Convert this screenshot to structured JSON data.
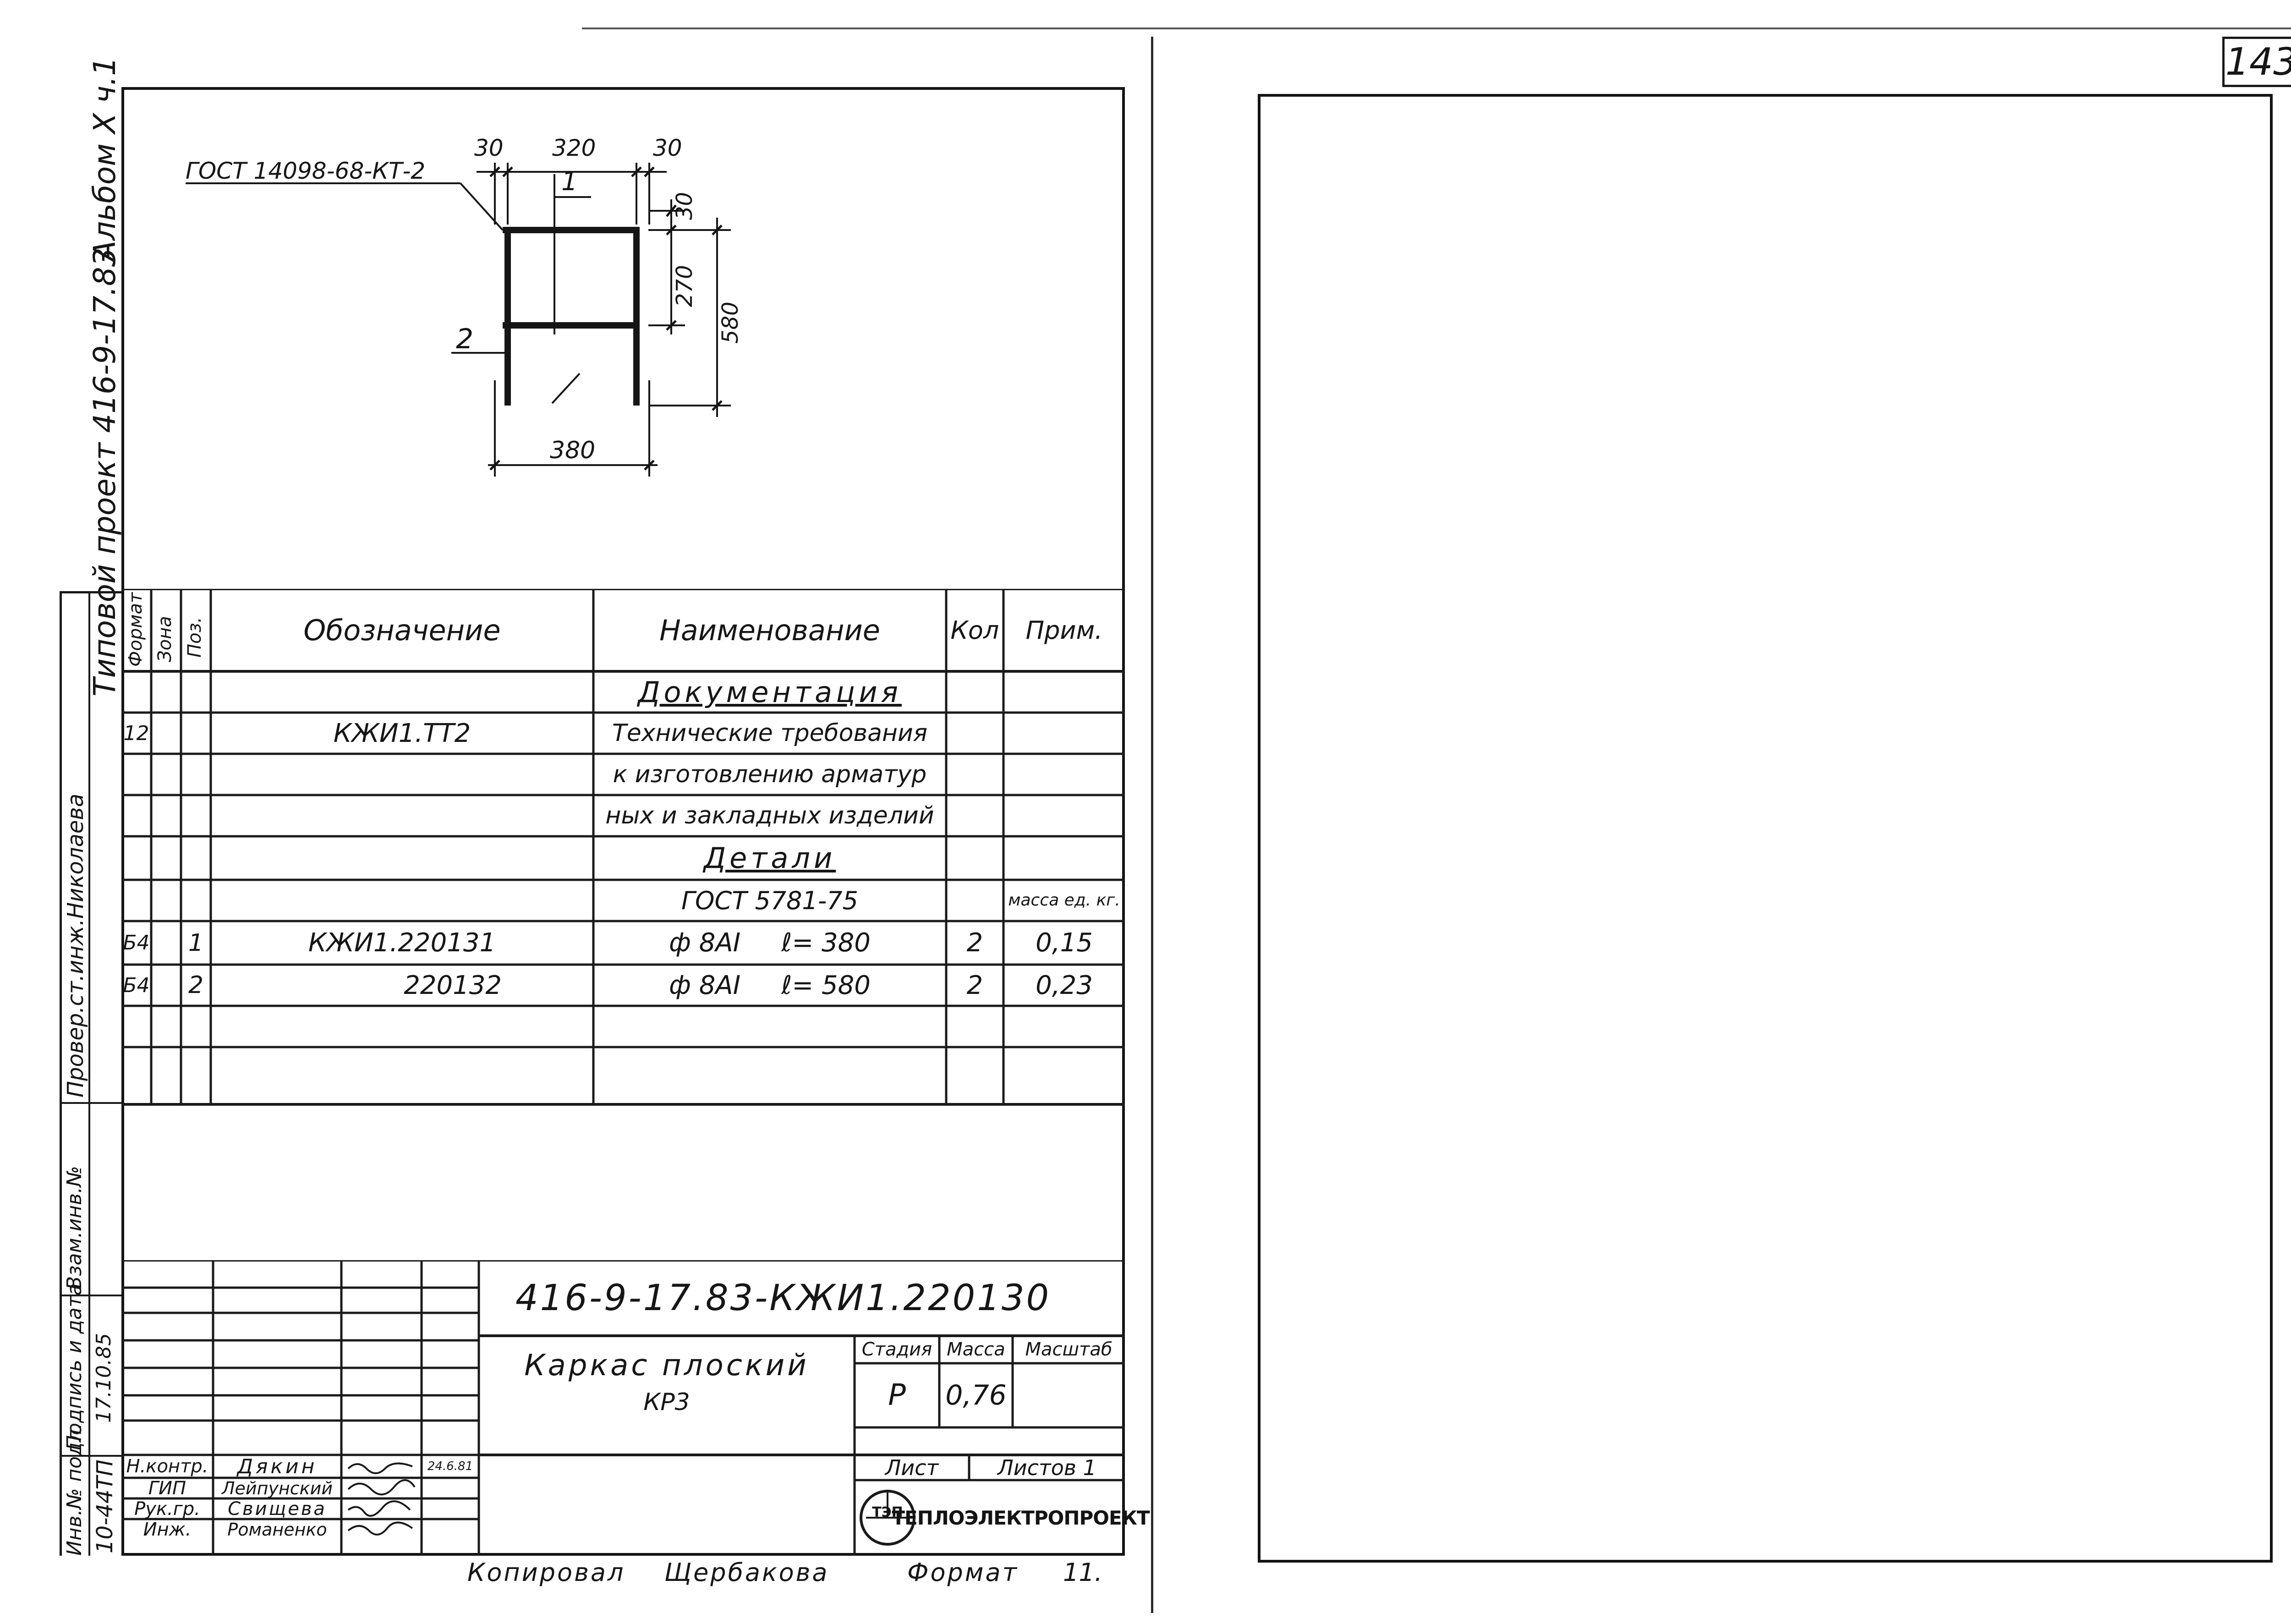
{
  "sheet_number": "143",
  "side_labels": {
    "album": "Альбом X ч.1",
    "project": "Типовой проект 416-9-17.83",
    "checked": "Провер.ст.инж.Николаева",
    "inv_zam": "Взам.инв.№",
    "sign_date": "Подпись и дата",
    "sign_date_value": "17.10.85",
    "inv_podl": "Инв.№ подл.",
    "inv_podl_value": "10-44ТП"
  },
  "drawing": {
    "gost_ref": "ГОСТ 14098-68-КТ-2",
    "dim_30_left": "30",
    "dim_320": "320",
    "dim_30_right": "30",
    "dim_30_top": "30",
    "dim_270": "270",
    "dim_580": "580",
    "dim_380": "380",
    "pos_1": "1",
    "pos_2": "2"
  },
  "spec_table": {
    "headers": {
      "format": "Формат",
      "zone": "Зона",
      "pos": "Поз.",
      "designation": "Обозначение",
      "name": "Наименование",
      "qty": "Кол",
      "note": "Прим."
    },
    "rows": [
      {
        "format": "",
        "pos": "",
        "designation": "",
        "name": "Документация",
        "qty": "",
        "note": ""
      },
      {
        "format": "12",
        "pos": "",
        "designation": "КЖИ1.ТТ2",
        "name": "Технические требования",
        "qty": "",
        "note": ""
      },
      {
        "format": "",
        "pos": "",
        "designation": "",
        "name": "к изготовлению арматур",
        "qty": "",
        "note": ""
      },
      {
        "format": "",
        "pos": "",
        "designation": "",
        "name": "ных и закладных изделий",
        "qty": "",
        "note": ""
      },
      {
        "format": "",
        "pos": "",
        "designation": "",
        "name": "Детали",
        "qty": "",
        "note": ""
      },
      {
        "format": "",
        "pos": "",
        "designation": "",
        "name": "ГОСТ 5781-75",
        "qty": "",
        "note": "масса ед. кг."
      },
      {
        "format": "Б4",
        "pos": "1",
        "designation": "КЖИ1.220131",
        "name": "ф 8АI     ℓ= 380",
        "qty": "2",
        "note": "0,15"
      },
      {
        "format": "Б4",
        "pos": "2",
        "designation": "220132",
        "name": "ф 8АI     ℓ= 580",
        "qty": "2",
        "note": "0,23"
      },
      {
        "format": "",
        "pos": "",
        "designation": "",
        "name": "",
        "qty": "",
        "note": ""
      },
      {
        "format": "",
        "pos": "",
        "designation": "",
        "name": "",
        "qty": "",
        "note": ""
      }
    ]
  },
  "title_block": {
    "doc_code": "416-9-17.83-КЖИ1.220130",
    "title": "Каркас плоский",
    "subtitle": "КР3",
    "stage_label": "Стадия",
    "mass_label": "Масса",
    "scale_label": "Масштаб",
    "stage": "Р",
    "mass": "0,76",
    "scale": "",
    "sheet_label": "Лист",
    "sheets_label": "Листов",
    "sheets_value": "1",
    "company": "ТЕПЛОЭЛЕКТРОПРОЕКТ",
    "logo_letters": "ТЭП",
    "signers": [
      {
        "role": "Н.контр.",
        "name": "Дякин",
        "date": "24.6.81"
      },
      {
        "role": "ГИП",
        "name": "Лейпунский",
        "date": ""
      },
      {
        "role": "Рук.гр.",
        "name": "Свищева",
        "date": ""
      },
      {
        "role": "Инж.",
        "name": "Романенко",
        "date": ""
      }
    ]
  },
  "footer": {
    "copied_label": "Копировал",
    "copied_name": "Щербакова",
    "format_label": "Формат",
    "format_value": "11."
  }
}
